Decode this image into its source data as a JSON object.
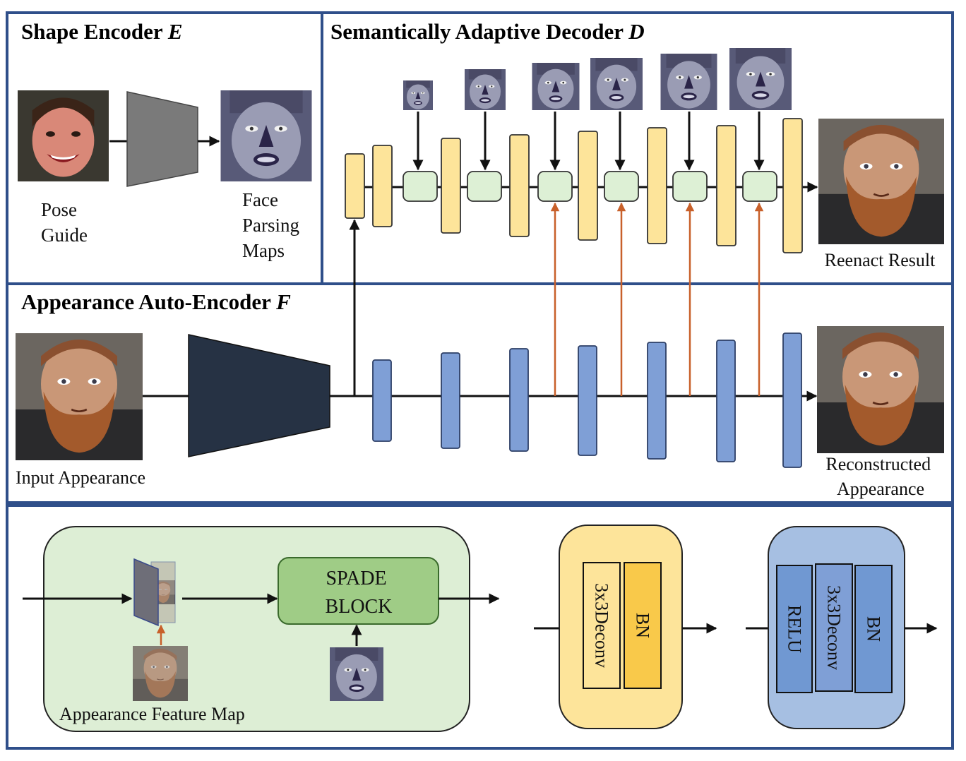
{
  "panels": {
    "shape_encoder": {
      "title": "Shape Encoder ",
      "symbol": "E"
    },
    "decoder": {
      "title": "Semantically Adaptive Decoder ",
      "symbol": "D"
    },
    "appearance": {
      "title": "Appearance Auto-Encoder ",
      "symbol": "F"
    }
  },
  "labels": {
    "pose_guide": [
      "Pose",
      "Guide"
    ],
    "face_parsing": [
      "Face",
      "Parsing",
      "Maps"
    ],
    "reenact_result": "Reenact Result",
    "input_appearance": "Input Appearance",
    "reconstructed": [
      "Reconstructed",
      "Appearance"
    ],
    "appearance_feature_map": "Appearance Feature Map"
  },
  "legend": {
    "spade_block": [
      "SPADE",
      "BLOCK"
    ],
    "yellow_block": [
      "3x3Deconv",
      "BN"
    ],
    "blue_block": [
      "RELU",
      "3x3Deconv",
      "BN"
    ]
  },
  "colors": {
    "panel_border": "#2f4f8a",
    "decoder_block": "#fde49a",
    "encoder_block": "#7f9fd6",
    "spade_unit": "#ddf0d5",
    "skip_arrow": "#c8602a",
    "encoder_trapezoid": "#263244",
    "shape_trapezoid": "#7a7a7a"
  },
  "icons": {
    "pose_image": "child-face-photo",
    "parsing_image": "face-parsing-map",
    "reenact_image": "bearded-man-face",
    "input_image": "bearded-man-face",
    "reconstructed_image": "bearded-man-face"
  }
}
